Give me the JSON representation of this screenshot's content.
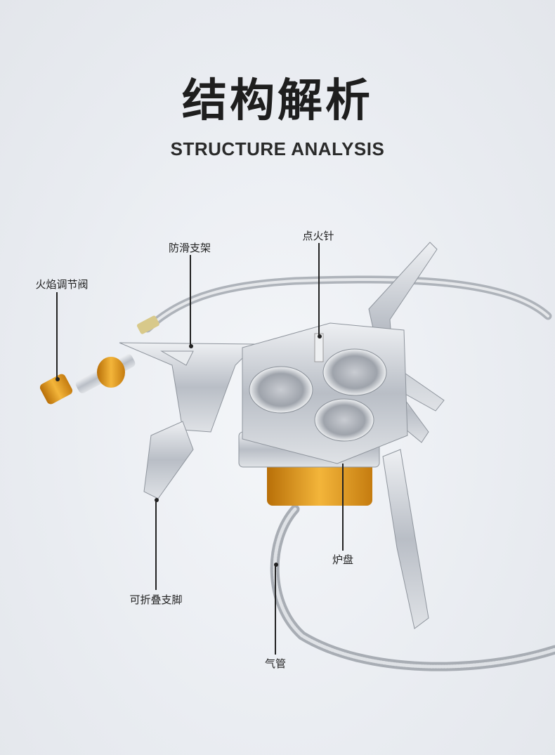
{
  "header": {
    "title": "结构解析",
    "subtitle": "STRUCTURE ANALYSIS"
  },
  "callouts": {
    "flame_valve": "火焰调节阀",
    "anti_slip_support": "防滑支架",
    "igniter_needle": "点火针",
    "burner_plate": "炉盘",
    "folding_legs": "可折叠支脚",
    "gas_hose": "气管"
  },
  "colors": {
    "accent_orange": "#e39a1c",
    "steel": "#c7cbd1",
    "text": "#222222"
  }
}
